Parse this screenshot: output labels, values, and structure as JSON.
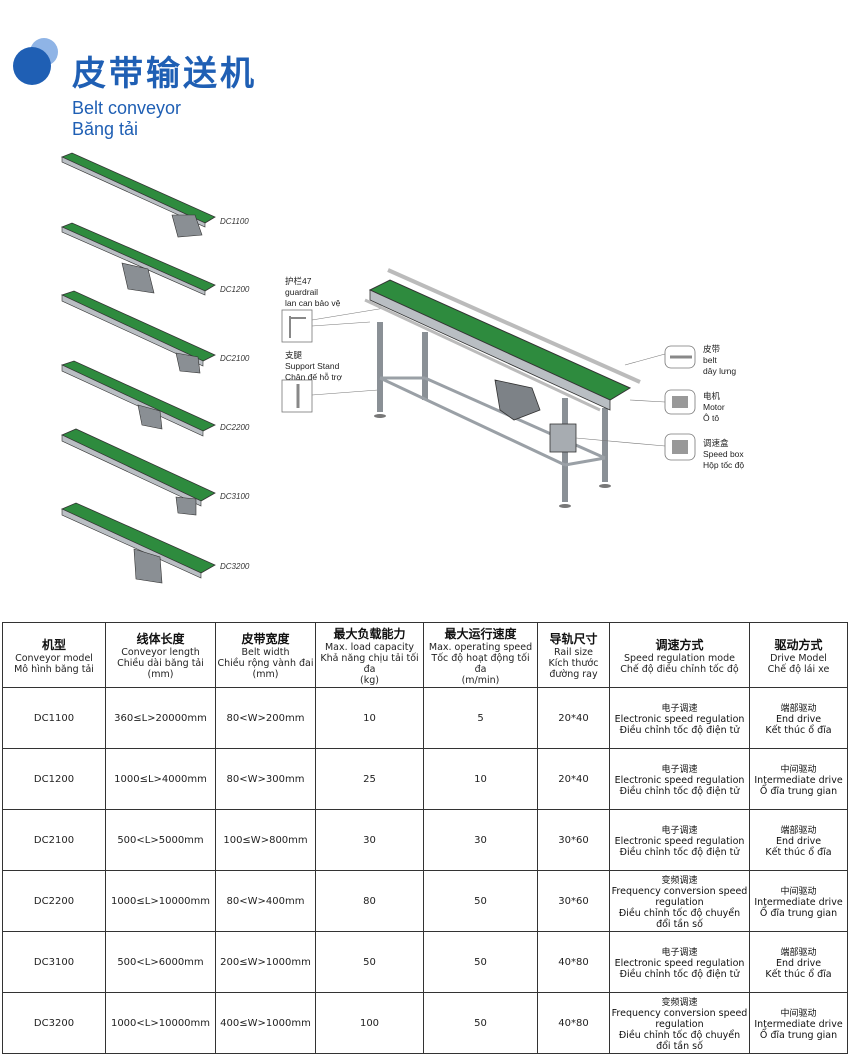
{
  "header": {
    "title_cn": "皮带输送机",
    "title_en": "Belt conveyor",
    "title_vi": "Băng tải"
  },
  "colors": {
    "accent": "#1f5fb4",
    "belt": "#2e8b3e",
    "frame": "#9aa0a6"
  },
  "thumbnails": [
    "DC1100",
    "DC1200",
    "DC2100",
    "DC2200",
    "DC3100",
    "DC3200"
  ],
  "callouts": {
    "guardrail": {
      "cn": "护栏47",
      "en": "guardrail",
      "vi": "lan can bảo vệ"
    },
    "support": {
      "cn": "支腿",
      "en": "Support Stand",
      "vi": "Chân đế hỗ trợ"
    },
    "belt": {
      "cn": "皮带",
      "en": "belt",
      "vi": "dây lưng"
    },
    "motor": {
      "cn": "电机",
      "en": "Motor",
      "vi": "Ô tô"
    },
    "speedbox": {
      "cn": "调速盒",
      "en": "Speed box",
      "vi": "Hộp tốc độ"
    }
  },
  "table": {
    "headers": [
      {
        "cn": "机型",
        "en": "Conveyor model",
        "vi": "Mô hình băng tải",
        "unit": ""
      },
      {
        "cn": "线体长度",
        "en": "Conveyor length",
        "vi": "Chiều dài băng tải",
        "unit": "(mm)"
      },
      {
        "cn": "皮带宽度",
        "en": "Belt width",
        "vi": "Chiều rộng vành đai",
        "unit": "(mm)"
      },
      {
        "cn": "最大负载能力",
        "en": "Max. load capacity",
        "vi": "Khả năng chịu tải tối đa",
        "unit": "(kg)"
      },
      {
        "cn": "最大运行速度",
        "en": "Max. operating speed",
        "vi": "Tốc độ hoạt động tối đa",
        "unit": "(m/min)"
      },
      {
        "cn": "导轨尺寸",
        "en": "Rail size",
        "vi": "Kích thước đường ray",
        "unit": ""
      },
      {
        "cn": "调速方式",
        "en": "Speed regulation mode",
        "vi": "Chế độ điều chỉnh tốc độ",
        "unit": ""
      },
      {
        "cn": "驱动方式",
        "en": "Drive Model",
        "vi": "Chế độ lái xe",
        "unit": ""
      }
    ],
    "rows": [
      {
        "model": "DC1100",
        "length": "360≤L>20000mm",
        "width": "80<W>200mm",
        "load": "10",
        "speed": "5",
        "rail": "20*40",
        "reg_cn": "电子调速",
        "reg_en": "Electronic speed regulation",
        "reg_vi": "Điều chỉnh tốc độ điện tử",
        "drive_cn": "端部驱动",
        "drive_en": "End drive",
        "drive_vi": "Kết thúc ổ đĩa"
      },
      {
        "model": "DC1200",
        "length": "1000≤L>4000mm",
        "width": "80<W>300mm",
        "load": "25",
        "speed": "10",
        "rail": "20*40",
        "reg_cn": "电子调速",
        "reg_en": "Electronic speed regulation",
        "reg_vi": "Điều chỉnh tốc độ điện tử",
        "drive_cn": "中间驱动",
        "drive_en": "Intermediate drive",
        "drive_vi": "Ổ đĩa trung gian"
      },
      {
        "model": "DC2100",
        "length": "500<L>5000mm",
        "width": "100≤W>800mm",
        "load": "30",
        "speed": "30",
        "rail": "30*60",
        "reg_cn": "电子调速",
        "reg_en": "Electronic speed regulation",
        "reg_vi": "Điều chỉnh tốc độ điện tử",
        "drive_cn": "端部驱动",
        "drive_en": "End drive",
        "drive_vi": "Kết thúc ổ đĩa"
      },
      {
        "model": "DC2200",
        "length": "1000≤L>10000mm",
        "width": "80<W>400mm",
        "load": "80",
        "speed": "50",
        "rail": "30*60",
        "reg_cn": "变频调速",
        "reg_en": "Frequency conversion speed regulation",
        "reg_vi": "Điều chỉnh tốc độ chuyển đổi tần số",
        "drive_cn": "中间驱动",
        "drive_en": "Intermediate drive",
        "drive_vi": "Ổ đĩa trung gian"
      },
      {
        "model": "DC3100",
        "length": "500<L>6000mm",
        "width": "200≤W>1000mm",
        "load": "50",
        "speed": "50",
        "rail": "40*80",
        "reg_cn": "电子调速",
        "reg_en": "Electronic speed regulation",
        "reg_vi": "Điều chỉnh tốc độ điện tử",
        "drive_cn": "端部驱动",
        "drive_en": "End drive",
        "drive_vi": "Kết thúc ổ đĩa"
      },
      {
        "model": "DC3200",
        "length": "1000<L>10000mm",
        "width": "400≤W>1000mm",
        "load": "100",
        "speed": "50",
        "rail": "40*80",
        "reg_cn": "变频调速",
        "reg_en": "Frequency conversion speed regulation",
        "reg_vi": "Điều chỉnh tốc độ chuyển đổi tần số",
        "drive_cn": "中间驱动",
        "drive_en": "Intermediate drive",
        "drive_vi": "Ổ đĩa trung gian"
      }
    ]
  }
}
